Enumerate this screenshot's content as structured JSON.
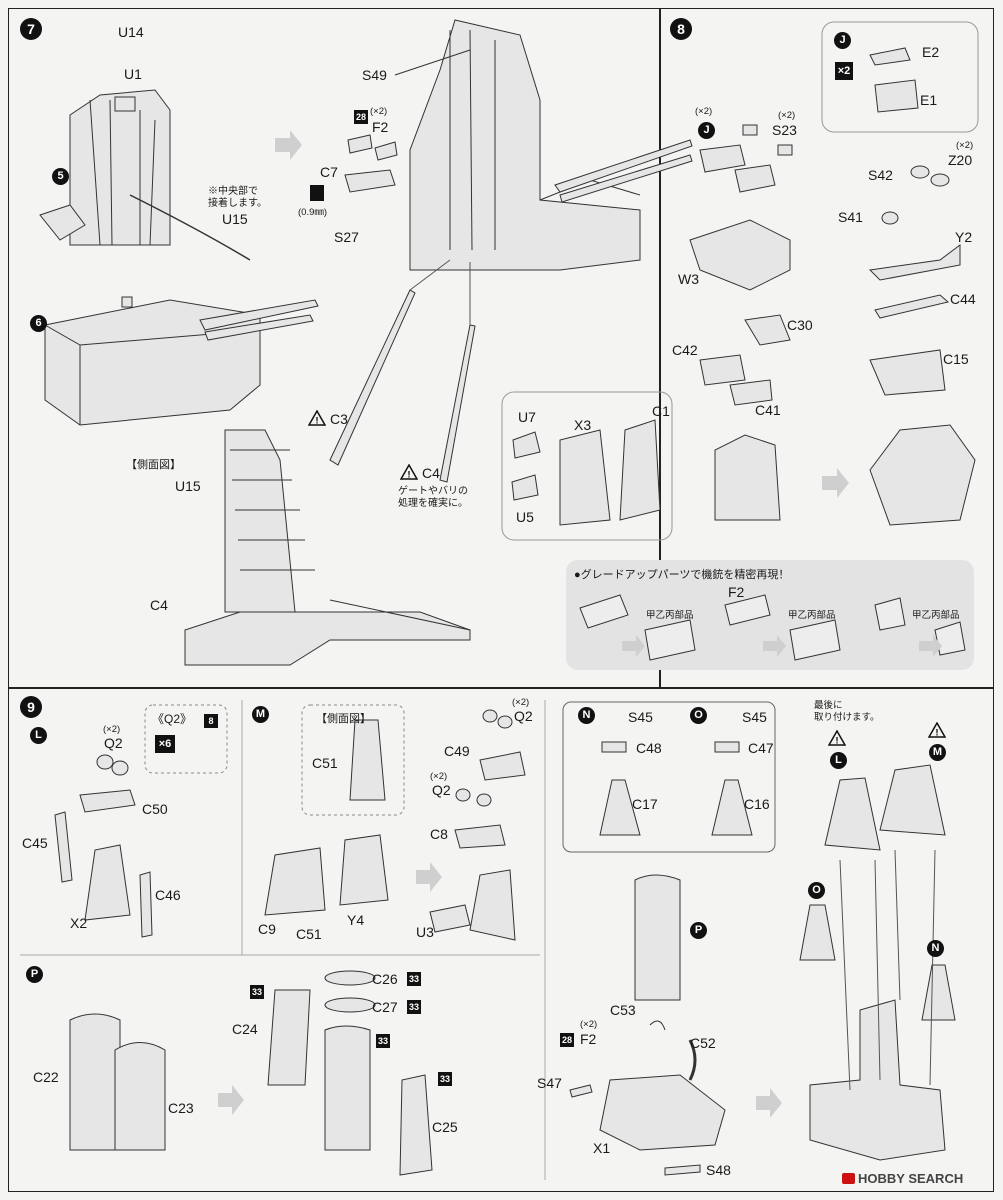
{
  "steps": {
    "s7": {
      "num": "7",
      "labels": {
        "u14": "U14",
        "u1": "U1",
        "s49": "S49",
        "f2": "F2",
        "x2": "(×2)",
        "badge28": "28",
        "c7": "C7",
        "s27": "S27",
        "u15": "U15",
        "c3": "C3",
        "c4": "C4",
        "c4b": "C4",
        "u15b": "U15"
      },
      "sub5": "5",
      "sub6": "6",
      "note_center": "※中央部で\n接着します。",
      "drill": "(0.9㎜)",
      "side_view": "【側面図】",
      "gate_note": "ゲートやバリの\n処理を確実に。"
    },
    "s8": {
      "num": "8",
      "labels": {
        "j_e2": "E2",
        "j_e1": "E1",
        "x2j": "×2",
        "x2a": "(×2)",
        "x2b": "(×2)",
        "x2c": "(×2)",
        "s23": "S23",
        "z20": "Z20",
        "s42": "S42",
        "s41": "S41",
        "y2": "Y2",
        "w3": "W3",
        "c44": "C44",
        "c30": "C30",
        "c42": "C42",
        "c15": "C15",
        "c41": "C41",
        "u7": "U7",
        "x3": "X3",
        "c1": "C1",
        "u5": "U5"
      },
      "subJ": "J",
      "upgrade": "●グレードアップパーツで機銃を精密再現！",
      "f2": "F2",
      "parts": "甲乙丙部品"
    },
    "s9": {
      "num": "9",
      "labels": {
        "q2a": "Q2",
        "x2a": "(×2)",
        "q2note": "《Q2》",
        "b8": "8",
        "x6": "×6",
        "c50": "C50",
        "c45": "C45",
        "c46": "C46",
        "x2": "X2",
        "side": "【側面図】",
        "c51": "C51",
        "c51b": "C51",
        "c9": "C9",
        "y4": "Y4",
        "q2b": "Q2",
        "x2b": "(×2)",
        "c49": "C49",
        "q2c": "Q2",
        "x2c": "(×2)",
        "c8": "C8",
        "u3": "U3",
        "s45a": "S45",
        "c48": "C48",
        "c17": "C17",
        "s45b": "S45",
        "c47": "C47",
        "c16": "C16",
        "last": "最後に\n取り付けます。",
        "c26": "C26",
        "c27": "C27",
        "c24": "C24",
        "c22": "C22",
        "c23": "C23",
        "c25": "C25",
        "b33a": "33",
        "b33b": "33",
        "b33c": "33",
        "b33d": "33",
        "b33e": "33",
        "c53": "C53",
        "x2d": "(×2)",
        "f2": "F2",
        "b28": "28",
        "c52": "C52",
        "s47": "S47",
        "x1": "X1",
        "s48": "S48"
      },
      "subL": "L",
      "subM": "M",
      "subN": "N",
      "subO": "O",
      "subP": "P"
    }
  },
  "watermark": "HOBBY SEARCH"
}
